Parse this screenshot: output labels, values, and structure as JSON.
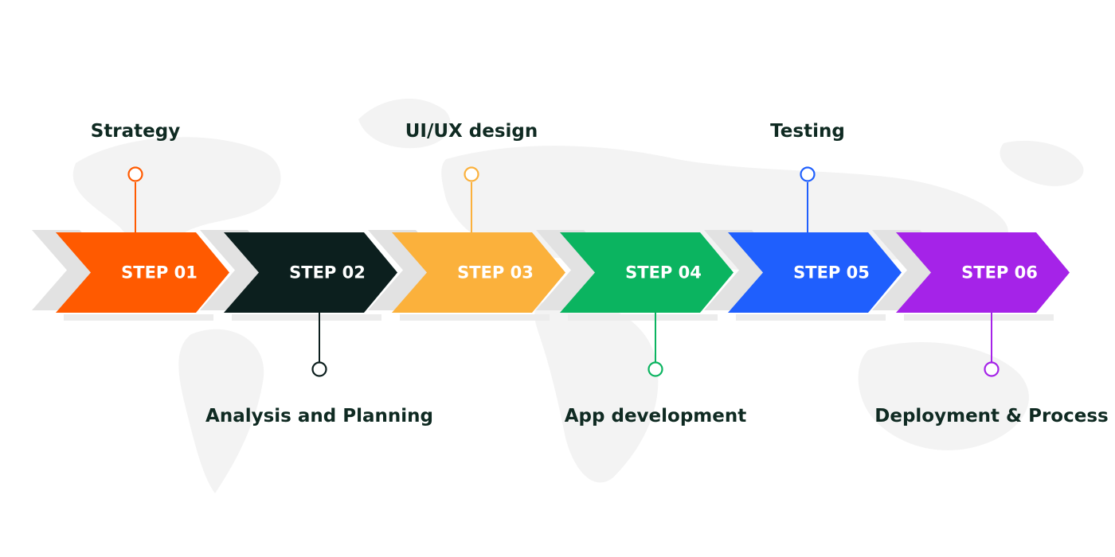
{
  "steps": [
    {
      "step_label": "STEP 01",
      "title": "Strategy",
      "color": "#ff5a00",
      "label_side": "top"
    },
    {
      "step_label": "STEP 02",
      "title": "Analysis and Planning",
      "color": "#0c1f1e",
      "label_side": "bottom"
    },
    {
      "step_label": "STEP 03",
      "title": "UI/UX design",
      "color": "#fbb13c",
      "label_side": "top"
    },
    {
      "step_label": "STEP 04",
      "title": "App development",
      "color": "#0bb460",
      "label_side": "bottom"
    },
    {
      "step_label": "STEP 05",
      "title": "Testing",
      "color": "#1f5ffd",
      "label_side": "top"
    },
    {
      "step_label": "STEP 06",
      "title": "Deployment & Process",
      "color": "#a523e8",
      "label_side": "bottom"
    }
  ]
}
